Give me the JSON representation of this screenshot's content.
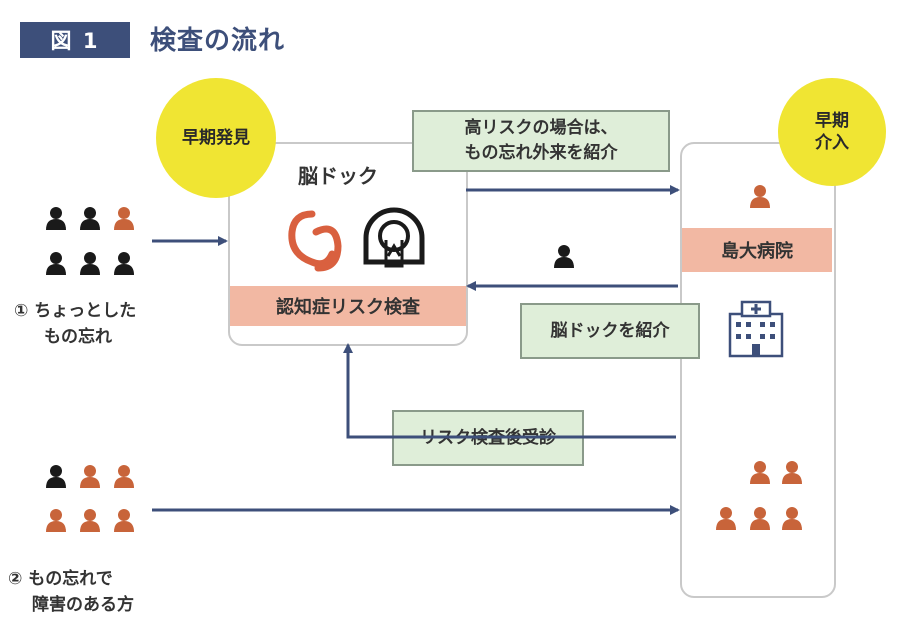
{
  "header": {
    "figure_label": "図 1",
    "title": "検査の流れ"
  },
  "circles": {
    "early_detection": "早期発見",
    "early_intervention": "早期介入"
  },
  "brain_dock": {
    "title": "脳ドック",
    "bar_label": "認知症リスク検査"
  },
  "hospital": {
    "bar_label": "島大病院"
  },
  "notes": {
    "high_risk_line1": "高リスクの場合は、",
    "high_risk_line2": "もの忘れ外来を紹介",
    "introduce_brain_dock": "脳ドックを紹介",
    "after_risk_test": "リスク検査後受診"
  },
  "groups": {
    "group1_line1": "① ちょっとした",
    "group1_line2": "もの忘れ",
    "group2_line1": "② もの忘れで",
    "group2_line2": "障害のある方"
  },
  "colors": {
    "navy": "#3d4f7a",
    "yellow": "#f0e533",
    "pink": "#f2b8a3",
    "green": "#dfeed9",
    "orange": "#c8643a",
    "black": "#1a1a1a"
  }
}
